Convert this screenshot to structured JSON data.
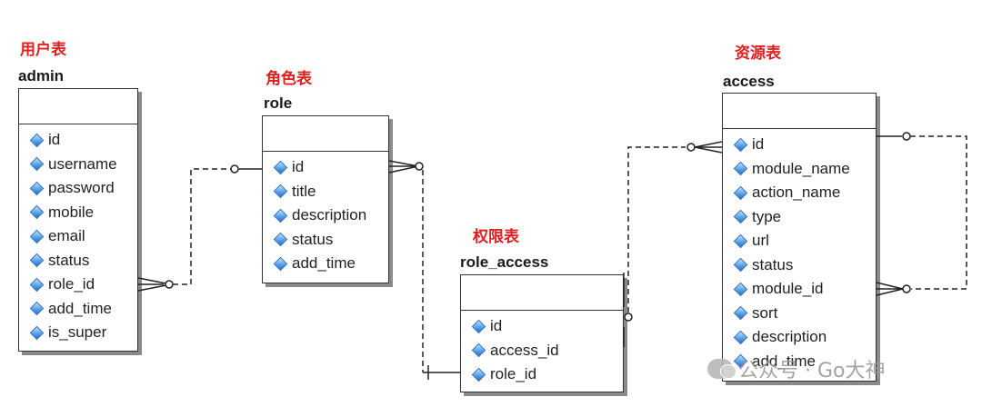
{
  "labels": {
    "users": "用户表",
    "roles": "角色表",
    "permissions": "权限表",
    "resources": "资源表"
  },
  "entities": {
    "admin": {
      "name": "admin",
      "fields": [
        "id",
        "username",
        "password",
        "mobile",
        "email",
        "status",
        "role_id",
        "add_time",
        "is_super"
      ]
    },
    "role": {
      "name": "role",
      "fields": [
        "id",
        "title",
        "description",
        "status",
        "add_time"
      ]
    },
    "role_access": {
      "name": "role_access",
      "fields": [
        "id",
        "access_id",
        "role_id"
      ]
    },
    "access": {
      "name": "access",
      "fields": [
        "id",
        "module_name",
        "action_name",
        "type",
        "url",
        "status",
        "module_id",
        "sort",
        "description",
        "add_time"
      ]
    }
  },
  "watermark": "公众号 · Go大神",
  "colors": {
    "label": "#e02020",
    "field_icon": "#4f9de6",
    "border": "#333333"
  }
}
